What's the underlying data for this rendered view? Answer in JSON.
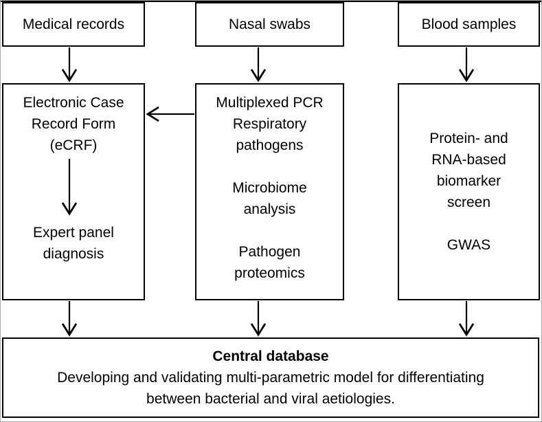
{
  "figure": {
    "top_row": [
      {
        "label": "Medical records"
      },
      {
        "label": "Nasal swabs"
      },
      {
        "label": "Blood samples"
      }
    ],
    "middle_row": {
      "ecrf_box": {
        "top_text": "Electronic Case\nRecord Form\n(eCRF)",
        "bottom_text": "Expert panel\ndiagnosis"
      },
      "nasal_box": {
        "text": "Multiplexed PCR\nRespiratory\npathogens\n\nMicrobiome\nanalysis\n\nPathogen\nproteomics"
      },
      "blood_box": {
        "text": "Protein- and\nRNA-based\nbiomarker\nscreen\n\nGWAS"
      }
    },
    "bottom_box": {
      "title": "Central database",
      "description": "Developing and validating multi-parametric model for differentiating\nbetween bacterial and viral aetiologies."
    },
    "colors": {
      "line": "#000000",
      "background": "#ffffff"
    }
  }
}
